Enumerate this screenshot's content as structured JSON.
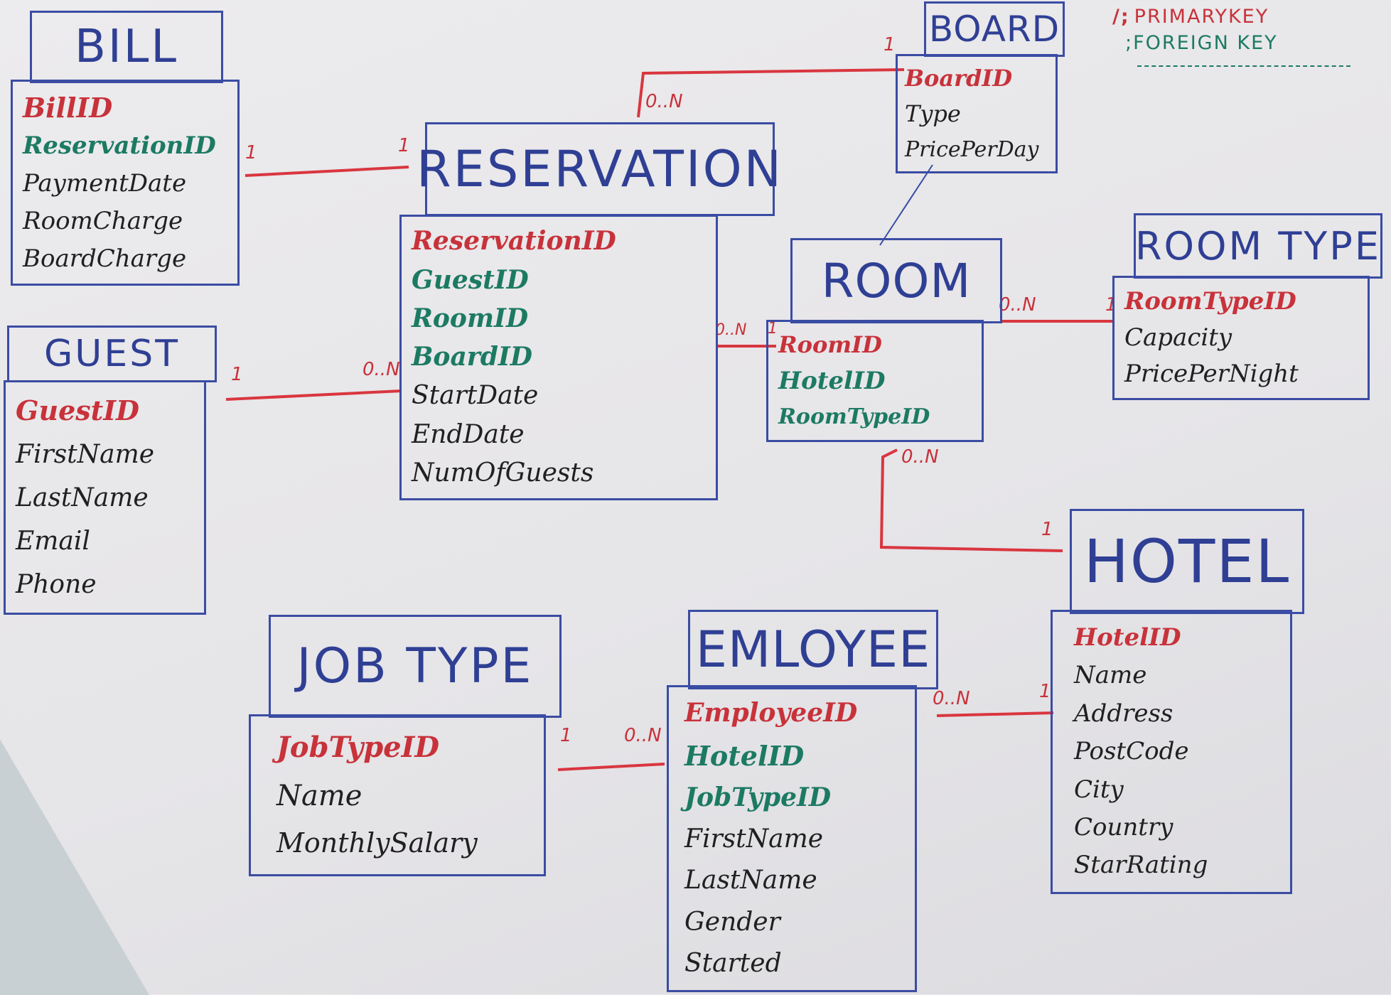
{
  "legend": {
    "primary_key": "PRIMARYKEY",
    "foreign_key": "FOREIGN KEY"
  },
  "colors": {
    "primary_key": "#c8323a",
    "foreign_key": "#1c7a63",
    "entity_outline": "#3a4ca3",
    "relationship_line": "#d9363f",
    "attribute": "#202020"
  },
  "entities": {
    "bill": {
      "title": "BILL",
      "attributes": [
        {
          "name": "BillID",
          "kind": "pk"
        },
        {
          "name": "ReservationID",
          "kind": "fk"
        },
        {
          "name": "PaymentDate",
          "kind": "plain"
        },
        {
          "name": "RoomCharge",
          "kind": "plain"
        },
        {
          "name": "BoardCharge",
          "kind": "plain"
        }
      ]
    },
    "guest": {
      "title": "GUEST",
      "attributes": [
        {
          "name": "GuestID",
          "kind": "pk"
        },
        {
          "name": "FirstName",
          "kind": "plain"
        },
        {
          "name": "LastName",
          "kind": "plain"
        },
        {
          "name": "Email",
          "kind": "plain"
        },
        {
          "name": "Phone",
          "kind": "plain"
        }
      ]
    },
    "reservation": {
      "title": "RESERVATION",
      "attributes": [
        {
          "name": "ReservationID",
          "kind": "pk"
        },
        {
          "name": "GuestID",
          "kind": "fk"
        },
        {
          "name": "RoomID",
          "kind": "fk"
        },
        {
          "name": "BoardID",
          "kind": "fk"
        },
        {
          "name": "StartDate",
          "kind": "plain"
        },
        {
          "name": "EndDate",
          "kind": "plain"
        },
        {
          "name": "NumOfGuests",
          "kind": "plain"
        }
      ]
    },
    "board": {
      "title": "BOARD",
      "attributes": [
        {
          "name": "BoardID",
          "kind": "pk"
        },
        {
          "name": "Type",
          "kind": "plain"
        },
        {
          "name": "PricePerDay",
          "kind": "plain"
        }
      ]
    },
    "room": {
      "title": "ROOM",
      "attributes": [
        {
          "name": "RoomID",
          "kind": "pk"
        },
        {
          "name": "HotelID",
          "kind": "fk"
        },
        {
          "name": "RoomTypeID",
          "kind": "fk"
        }
      ]
    },
    "room_type": {
      "title": "ROOM TYPE",
      "attributes": [
        {
          "name": "RoomTypeID",
          "kind": "pk"
        },
        {
          "name": "Capacity",
          "kind": "plain"
        },
        {
          "name": "PricePerNight",
          "kind": "plain"
        }
      ]
    },
    "hotel": {
      "title": "HOTEL",
      "attributes": [
        {
          "name": "HotelID",
          "kind": "pk"
        },
        {
          "name": "Name",
          "kind": "plain"
        },
        {
          "name": "Address",
          "kind": "plain"
        },
        {
          "name": "PostCode",
          "kind": "plain"
        },
        {
          "name": "City",
          "kind": "plain"
        },
        {
          "name": "Country",
          "kind": "plain"
        },
        {
          "name": "StarRating",
          "kind": "plain"
        }
      ]
    },
    "job_type": {
      "title": "JOB TYPE",
      "attributes": [
        {
          "name": "JobTypeID",
          "kind": "pk"
        },
        {
          "name": "Name",
          "kind": "plain"
        },
        {
          "name": "MonthlySalary",
          "kind": "plain"
        }
      ]
    },
    "employee": {
      "title": "EMLOYEE",
      "attributes": [
        {
          "name": "EmployeeID",
          "kind": "pk"
        },
        {
          "name": "HotelID",
          "kind": "fk"
        },
        {
          "name": "JobTypeID",
          "kind": "fk"
        },
        {
          "name": "FirstName",
          "kind": "plain"
        },
        {
          "name": "LastName",
          "kind": "plain"
        },
        {
          "name": "Gender",
          "kind": "plain"
        },
        {
          "name": "Started",
          "kind": "plain"
        }
      ]
    }
  },
  "relationships": [
    {
      "id": "bill-reservation",
      "from": "BILL",
      "to": "RESERVATION",
      "from_card": "1",
      "to_card": "1"
    },
    {
      "id": "guest-reservation",
      "from": "GUEST",
      "to": "RESERVATION",
      "from_card": "1",
      "to_card": "0..N"
    },
    {
      "id": "board-reservation",
      "from": "BOARD",
      "to": "RESERVATION",
      "from_card": "1",
      "to_card": "0..N"
    },
    {
      "id": "reservation-room",
      "from": "RESERVATION",
      "to": "ROOM",
      "from_card": "0..N",
      "to_card": "1"
    },
    {
      "id": "room-roomtype",
      "from": "ROOM",
      "to": "ROOM TYPE",
      "from_card": "0..N",
      "to_card": "1"
    },
    {
      "id": "room-hotel",
      "from": "ROOM",
      "to": "HOTEL",
      "from_card": "0..N",
      "to_card": "1"
    },
    {
      "id": "jobtype-employee",
      "from": "JOB TYPE",
      "to": "EMLOYEE",
      "from_card": "1",
      "to_card": "0..N"
    },
    {
      "id": "employee-hotel",
      "from": "EMLOYEE",
      "to": "HOTEL",
      "from_card": "0..N",
      "to_card": "1"
    }
  ]
}
